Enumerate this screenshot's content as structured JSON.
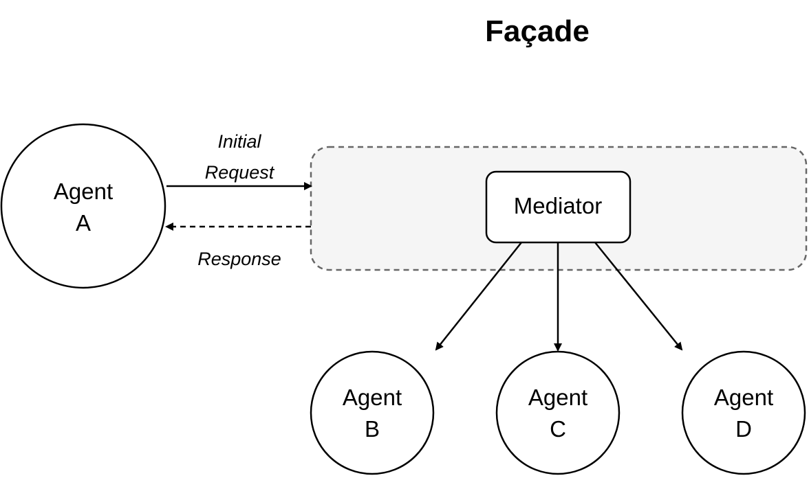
{
  "title": "Façade",
  "facade_group": {
    "fill": "#f5f5f5",
    "stroke": "#666666"
  },
  "mediator": {
    "label": "Mediator"
  },
  "agents": {
    "a": {
      "line1": "Agent",
      "line2": "A"
    },
    "b": {
      "line1": "Agent",
      "line2": "B"
    },
    "c": {
      "line1": "Agent",
      "line2": "C"
    },
    "d": {
      "line1": "Agent",
      "line2": "D"
    }
  },
  "edges": {
    "request": {
      "line1": "Initial",
      "line2": "Request"
    },
    "response": {
      "label": "Response"
    }
  }
}
